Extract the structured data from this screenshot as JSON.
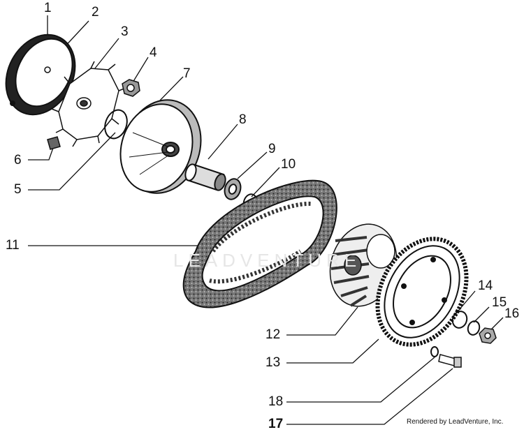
{
  "callouts": [
    "1",
    "2",
    "3",
    "4",
    "5",
    "6",
    "7",
    "8",
    "9",
    "10",
    "11",
    "12",
    "13",
    "14",
    "15",
    "16",
    "17",
    "18"
  ],
  "watermark": "LEADVENTURE",
  "credit": "Rendered by LeadVenture, Inc.",
  "colors": {
    "ink": "#111111",
    "watermark": "#e6e6e6"
  }
}
